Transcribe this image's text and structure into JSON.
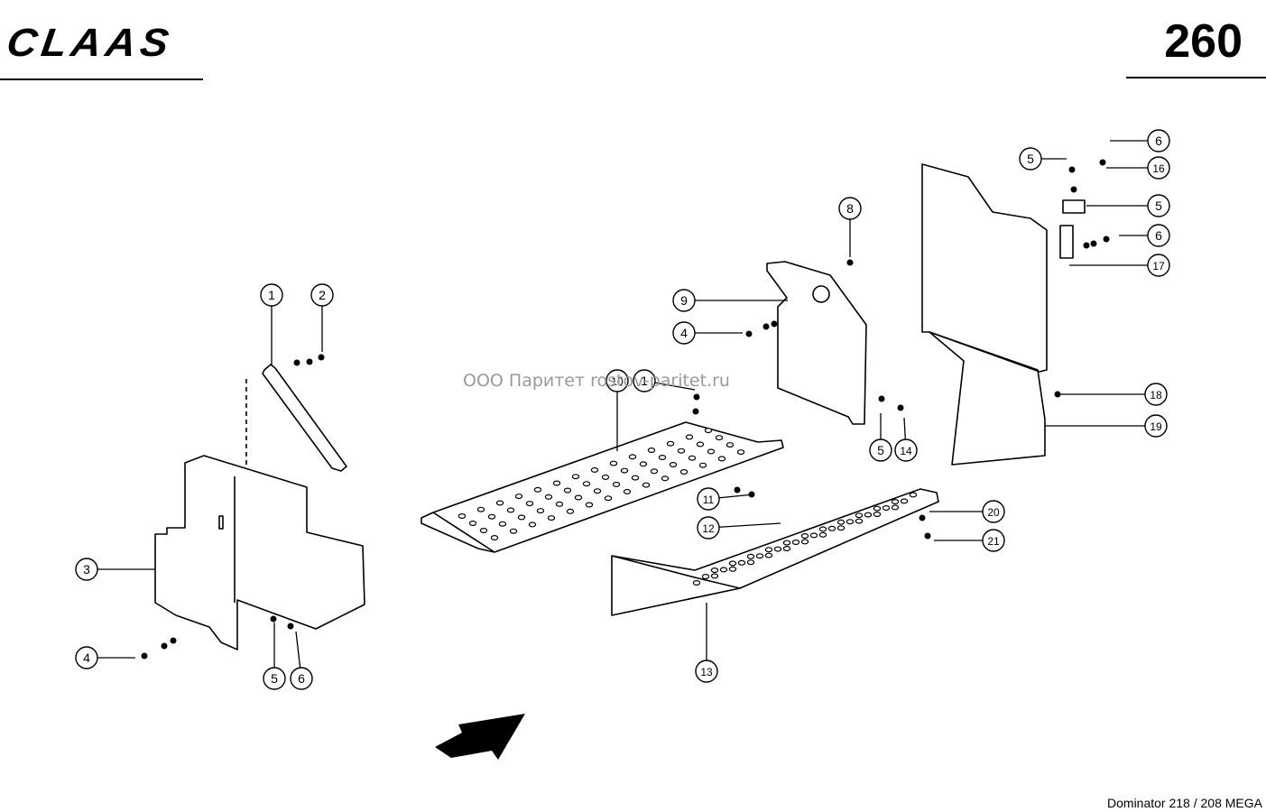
{
  "header": {
    "brand": "CLAAS",
    "page_number": "260"
  },
  "footer": {
    "model": "Dominator 218 / 208 MEGA"
  },
  "watermark": "ООО Паритет rostov-paritet.ru",
  "callouts": [
    {
      "label": "1"
    },
    {
      "label": "2"
    },
    {
      "label": "3"
    },
    {
      "label": "4"
    },
    {
      "label": "5"
    },
    {
      "label": "6"
    },
    {
      "label": "1"
    },
    {
      "label": "10"
    },
    {
      "label": "11"
    },
    {
      "label": "12"
    },
    {
      "label": "13"
    },
    {
      "label": "9"
    },
    {
      "label": "4"
    },
    {
      "label": "8"
    },
    {
      "label": "5"
    },
    {
      "label": "14"
    },
    {
      "label": "5"
    },
    {
      "label": "6"
    },
    {
      "label": "16"
    },
    {
      "label": "5"
    },
    {
      "label": "6"
    },
    {
      "label": "17"
    },
    {
      "label": "18"
    },
    {
      "label": "19"
    },
    {
      "label": "20"
    },
    {
      "label": "21"
    }
  ]
}
